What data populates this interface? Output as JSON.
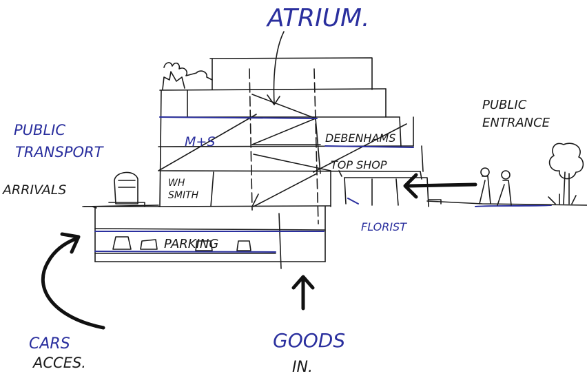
{
  "labels": {
    "atrium": "ATRIUM.",
    "public_transport_1": "PUBLIC",
    "public_transport_2": "TRANSPORT",
    "arrivals": "ARRIVALS",
    "public_entrance_1": "PUBLIC",
    "public_entrance_2": "ENTRANCE",
    "ms": "M+S",
    "debenhams": "DEBENHAMS",
    "top_shop": "TOP SHOP",
    "wh_smith_1": "WH",
    "wh_smith_2": "SMITH",
    "parking": "PARKING",
    "florist": "FLORIST",
    "cars_access_1": "CARS",
    "cars_access_2": "ACCES.",
    "goods_in_1": "GOODS",
    "goods_in_2": "IN."
  },
  "colors": {
    "ink": "#1a1a1a",
    "blue_ink": "#2a2f9e",
    "paper": "#ffffff"
  }
}
